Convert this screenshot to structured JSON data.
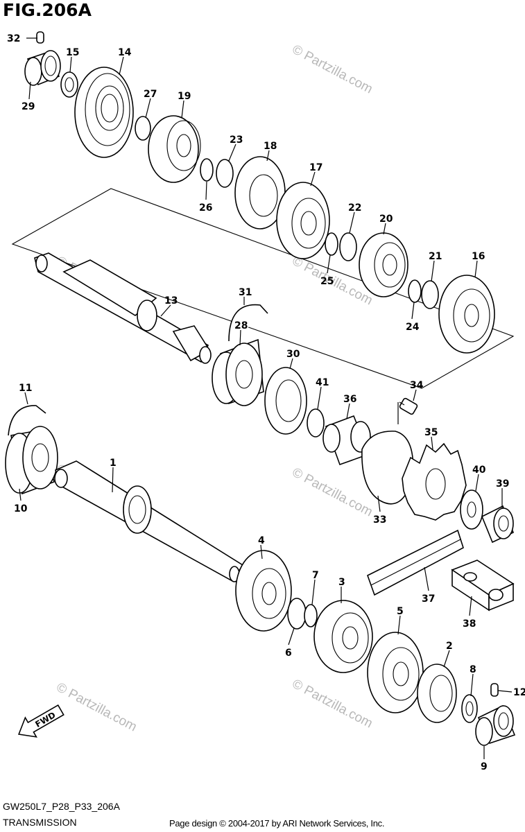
{
  "figure": {
    "title": "FIG.206A",
    "model_code": "GW250L7_P28_P33_206A",
    "assembly_name": "TRANSMISSION",
    "credit": "Page design © 2004-2017 by ARI Network Services, Inc.",
    "watermark": "© Partzilla.com",
    "direction_label": "FWD"
  },
  "callouts": [
    "1",
    "2",
    "3",
    "4",
    "5",
    "6",
    "7",
    "8",
    "9",
    "10",
    "11",
    "12",
    "13",
    "14",
    "15",
    "16",
    "17",
    "18",
    "19",
    "20",
    "21",
    "22",
    "23",
    "24",
    "25",
    "26",
    "27",
    "28",
    "29",
    "30",
    "31",
    "32",
    "33",
    "34",
    "35",
    "36",
    "37",
    "38",
    "39",
    "40",
    "41"
  ],
  "parts_by_shaft": {
    "countershaft_upper": [
      "32",
      "29",
      "15",
      "14",
      "27",
      "19",
      "23",
      "26",
      "18",
      "17",
      "22",
      "25",
      "20",
      "21",
      "24",
      "16",
      "13",
      "31",
      "28",
      "30"
    ],
    "driveshaft_lower": [
      "11",
      "10",
      "1",
      "4",
      "7",
      "6",
      "3",
      "5",
      "2",
      "8",
      "12",
      "9"
    ],
    "output": [
      "34",
      "41",
      "36",
      "35",
      "33",
      "40",
      "39",
      "37",
      "38"
    ]
  }
}
